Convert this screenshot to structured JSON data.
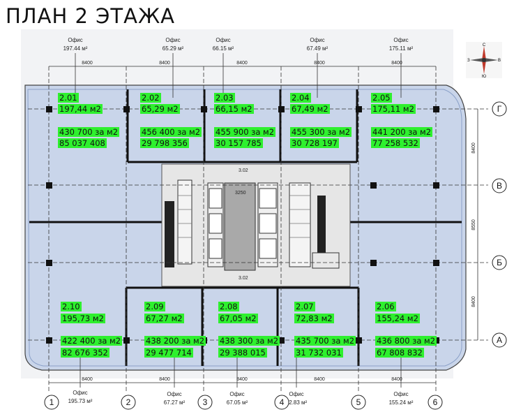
{
  "title": "ПЛАН 2 ЭТАЖА",
  "top_offices": [
    {
      "label": "Офис",
      "area": "197.44 м²"
    },
    {
      "label": "Офис",
      "area": "65.29 м²"
    },
    {
      "label": "Офис",
      "area": "66.15 м²"
    },
    {
      "label": "Офис",
      "area": "67.49 м²"
    },
    {
      "label": "Офис",
      "area": "175.11 м²"
    }
  ],
  "bottom_offices": [
    {
      "label": "Офис",
      "area": "195.73 м²"
    },
    {
      "label": "Офис",
      "area": "67.27 м²"
    },
    {
      "label": "Офис",
      "area": "67.05 м²"
    },
    {
      "label": "Офис",
      "area": "72.83 м²"
    },
    {
      "label": "Офис",
      "area": "155.24 м²"
    }
  ],
  "span_label": "8400",
  "right_spans": [
    "8400",
    "8550",
    "8400"
  ],
  "inner_dim": "3250",
  "corridor_marks": [
    "3.02",
    "3.02"
  ],
  "axes_x": [
    "1",
    "2",
    "3",
    "4",
    "5",
    "6"
  ],
  "axes_y": [
    "Г",
    "В",
    "Б",
    "А"
  ],
  "units_top": [
    {
      "id": "2.01",
      "area": "197,44 м2",
      "price": "430 700 за м2",
      "total": "85 037 408"
    },
    {
      "id": "2.02",
      "area": "65,29 м2",
      "price": "456 400 за м2",
      "total": "29 798 356"
    },
    {
      "id": "2.03",
      "area": "66,15 м2",
      "price": "455 900 за м2",
      "total": "30 157 785"
    },
    {
      "id": "2.04",
      "area": "67,49 м2",
      "price": "455 300 за м2",
      "total": "30 728 197"
    },
    {
      "id": "2.05",
      "area": "175,11 м2",
      "price": "441 200 за м2",
      "total": "77 258 532"
    }
  ],
  "units_bottom": [
    {
      "id": "2.10",
      "area": "195,73 м2",
      "price": "422 400 за м2",
      "total": "82 676 352"
    },
    {
      "id": "2.09",
      "area": "67,27 м2",
      "price": "438 200 за м2",
      "total": "29 477 714"
    },
    {
      "id": "2.08",
      "area": "67,05 м2",
      "price": "438 300 за м2",
      "total": "29 388 015"
    },
    {
      "id": "2.07",
      "area": "72,83 м2",
      "price": "435 700 за м2",
      "total": "31 732 031"
    },
    {
      "id": "2.06",
      "area": "155,24 м2",
      "price": "436 800 за м2",
      "total": "67 808 832"
    }
  ],
  "compass": {
    "n": "С",
    "s": "Ю",
    "e": "В",
    "w": "З"
  },
  "colors": {
    "floor": "#c9d5ea",
    "walls": "#111111",
    "core": "#cfcfcf",
    "highlight": "#2ef02e"
  }
}
